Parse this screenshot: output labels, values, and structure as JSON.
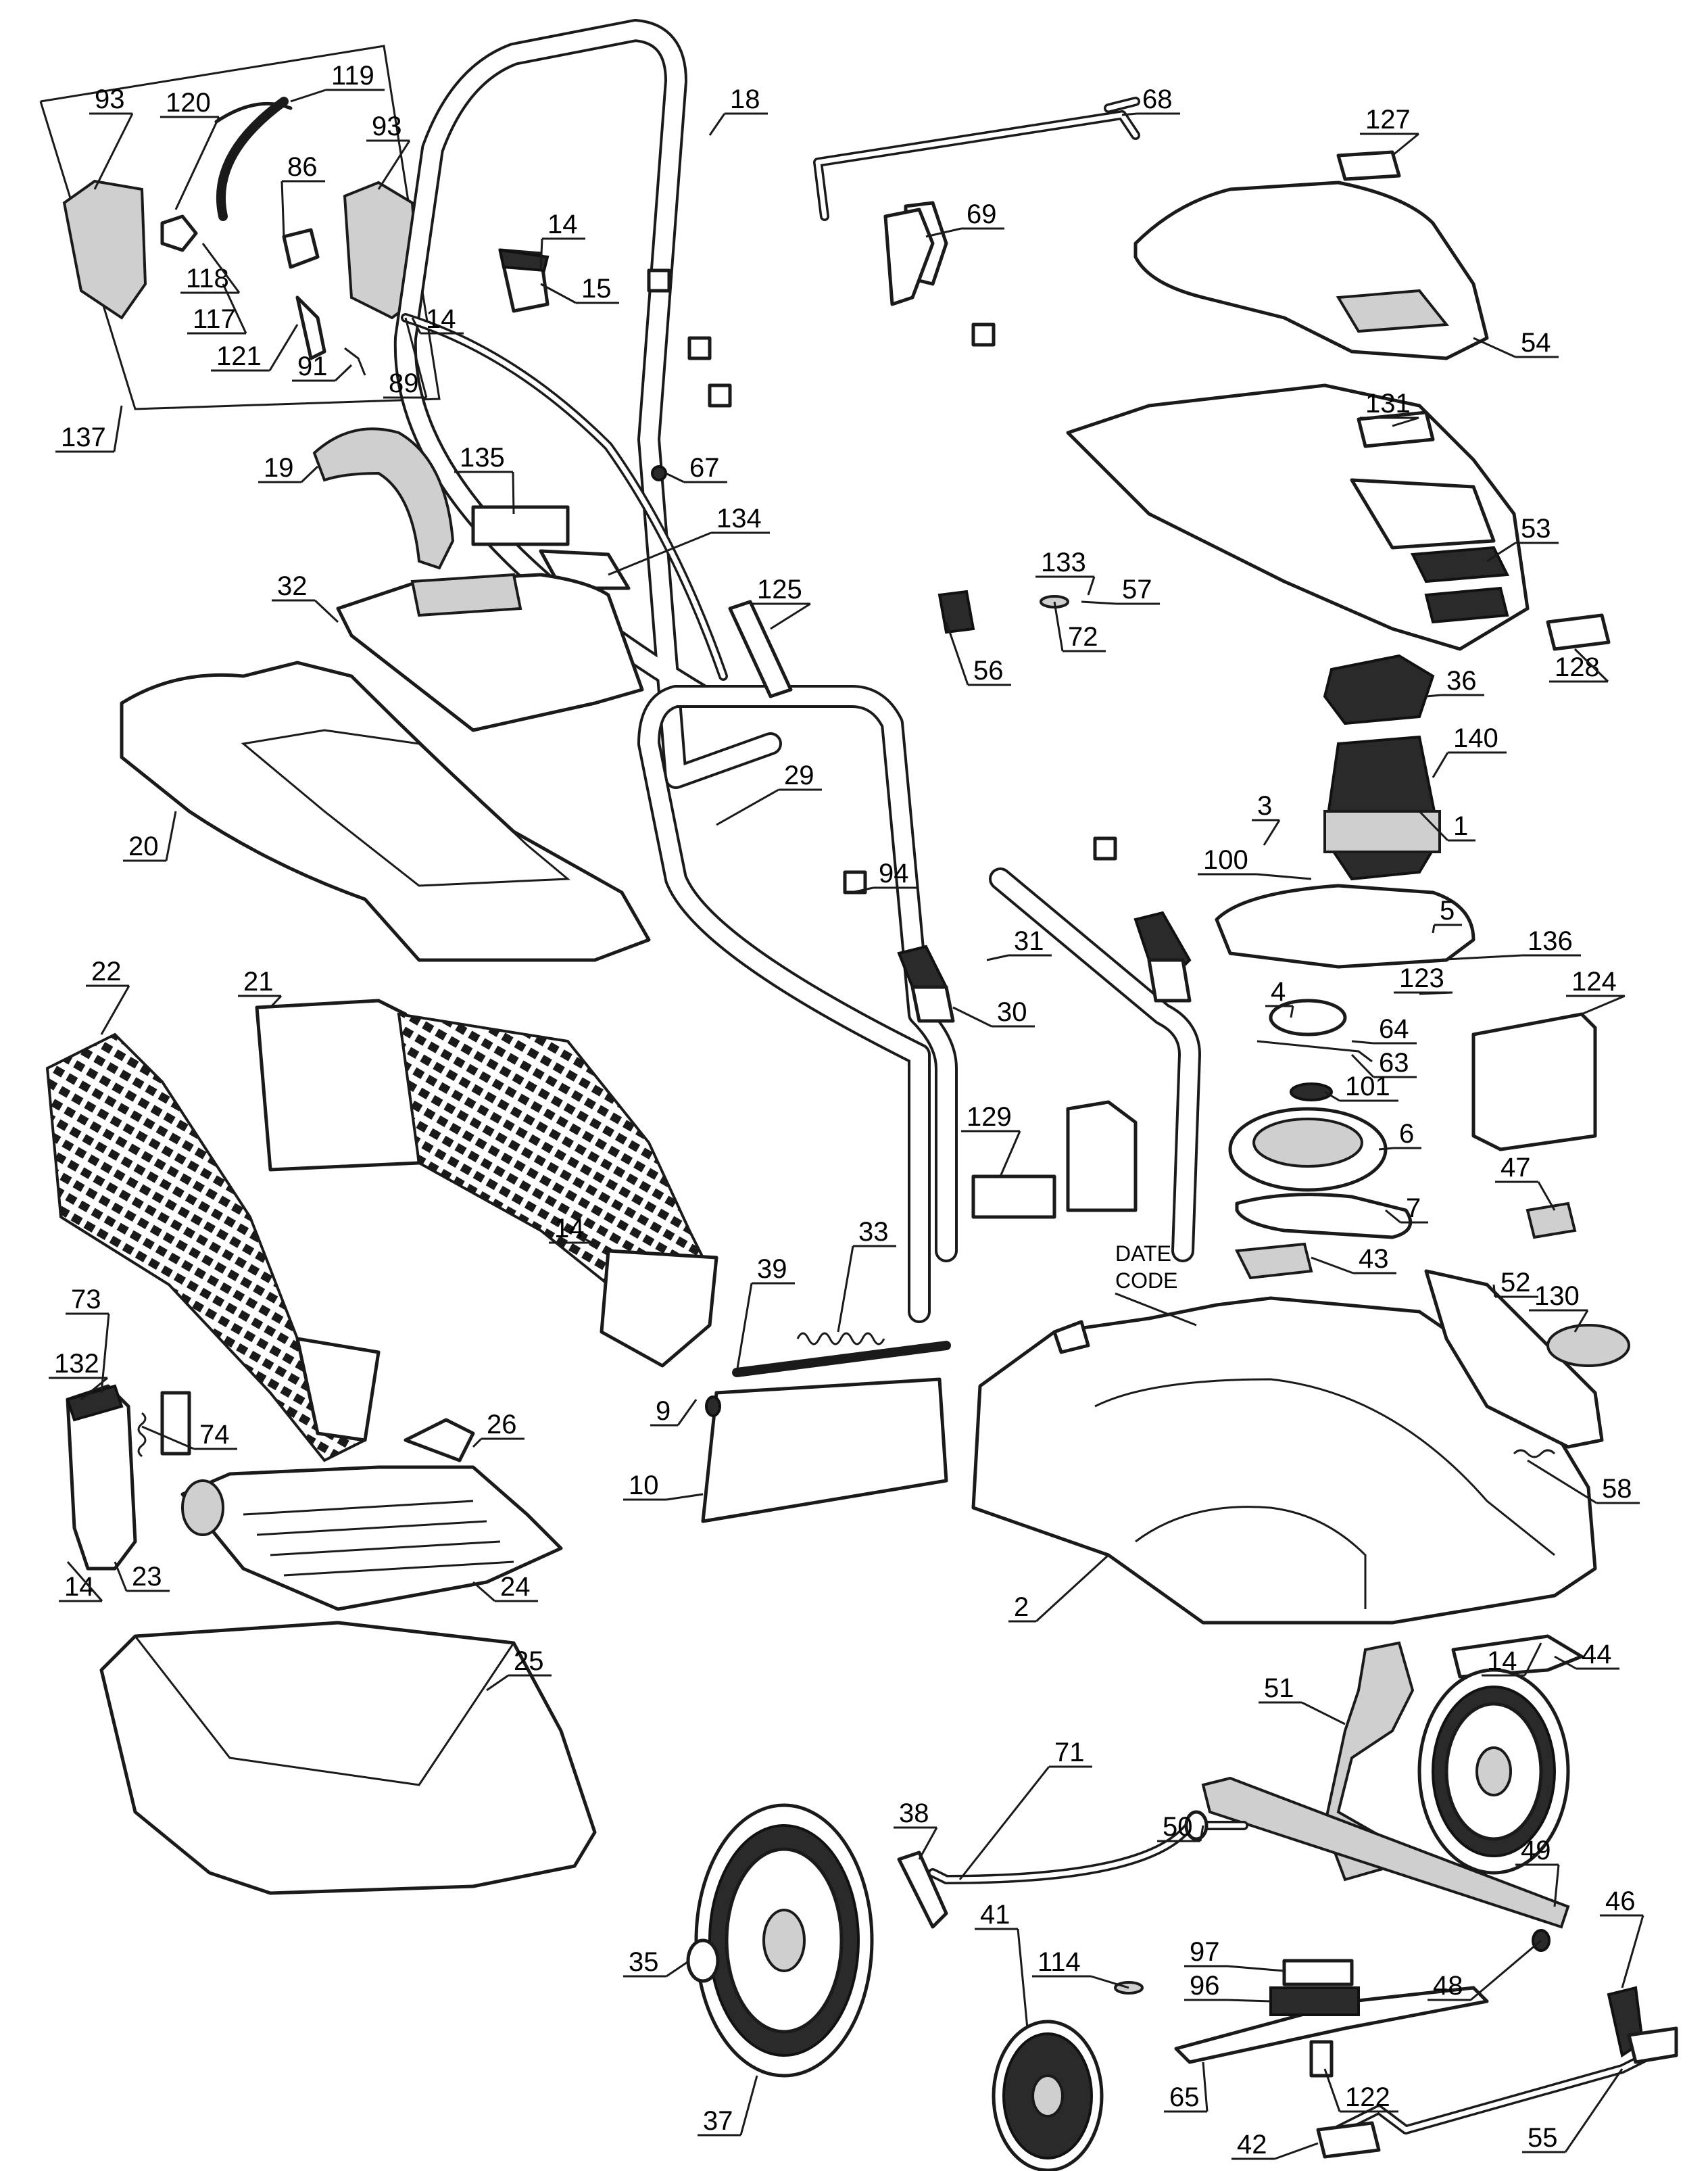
{
  "diagram": {
    "type": "exploded-parts-diagram",
    "date_code_label": [
      "DATE",
      "CODE"
    ],
    "callouts": [
      "1",
      "2",
      "3",
      "4",
      "5",
      "6",
      "7",
      "9",
      "10",
      "14",
      "14",
      "14",
      "14",
      "14",
      "15",
      "18",
      "19",
      "20",
      "21",
      "22",
      "23",
      "24",
      "25",
      "26",
      "29",
      "30",
      "31",
      "32",
      "33",
      "35",
      "36",
      "37",
      "38",
      "39",
      "41",
      "42",
      "43",
      "44",
      "46",
      "47",
      "48",
      "49",
      "50",
      "51",
      "52",
      "53",
      "54",
      "55",
      "56",
      "57",
      "58",
      "63",
      "64",
      "65",
      "67",
      "68",
      "69",
      "71",
      "72",
      "73",
      "74",
      "86",
      "89",
      "91",
      "93",
      "93",
      "94",
      "96",
      "97",
      "100",
      "101",
      "114",
      "117",
      "118",
      "119",
      "120",
      "121",
      "122",
      "123",
      "124",
      "125",
      "127",
      "128",
      "129",
      "130",
      "131",
      "132",
      "133",
      "134",
      "135",
      "136",
      "137",
      "140"
    ]
  }
}
